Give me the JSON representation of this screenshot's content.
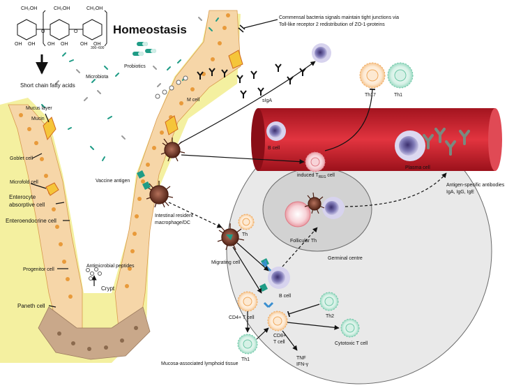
{
  "title": "Homeostasis",
  "sugar": {
    "ch2oh": "CH₂OH",
    "oh": "OH",
    "o": "O",
    "n": "300–600"
  },
  "labels": {
    "scfa": "Short chain fatty acids",
    "probiotics": "Probiotics",
    "microbiota": "Microbiota",
    "commensal_1": "Commensal bacteria signals maintain tight junctions via",
    "commensal_2": "Toll-like receptor 2 redistribution of  ZO-1-proteins",
    "siga": "sIgA",
    "mcell": "M cell",
    "th17": "Th17",
    "th1_top": "Th1",
    "mucus": "Mucus layer",
    "mucin": "Mucin",
    "goblet": "Goblet cell",
    "microfold": "Microfold cell",
    "enterocyte_1": "Enterocyte",
    "enterocyte_2": "absorptive cell",
    "enteroendocrine": "Enteroendocrine cell",
    "progenitor": "Progenitor cell",
    "paneth": "Paneth cell",
    "crypt": "Crypt",
    "antimicrobial": "Antimicrobial peptides",
    "vaccine": "Vaccine antigen",
    "macrophage_1": "Intestinal resident",
    "macrophage_2": "macrophage/DC",
    "bcell_top": "B cell",
    "treg_a": "induced T",
    "treg_sub": "REG",
    "treg_b": " cell",
    "plasma": "Plasma cell",
    "antibodies_1": "Antigen-specific antibodies",
    "antibodies_2": "IgA, IgG, IgE",
    "th_mid": "Th",
    "follicular": "Follicular Th",
    "germinal": "Germinal centre",
    "migrating": "Migrating cell",
    "bcell_low": "B cell",
    "cd4": "CD4+ T cell",
    "cd8_1": "CD8+",
    "cd8_2": "T cell",
    "th2": "Th2",
    "cytotoxic": "Cytotoxic T cell",
    "th1_low": "Th1",
    "tnf": "TNF",
    "ifn": "IFN-γ",
    "malt": "Mucosa-associated lymphoid tissue"
  },
  "colors": {
    "lumen": "#f4f0a0",
    "epithelium": "#f6d6a8",
    "nucleus": "#e89a3a",
    "paneth": "#c9a88a",
    "node": "#e9e9e9",
    "germinal": "#d2d2d2",
    "vessel": "#c81e2a",
    "antigen": "#1f9c86",
    "th17": "#f0a85a",
    "th1": "#6cc7a6",
    "bcell": "#7f79b6",
    "treg": "#e07b86",
    "macrophage": "#5a2a1e"
  }
}
